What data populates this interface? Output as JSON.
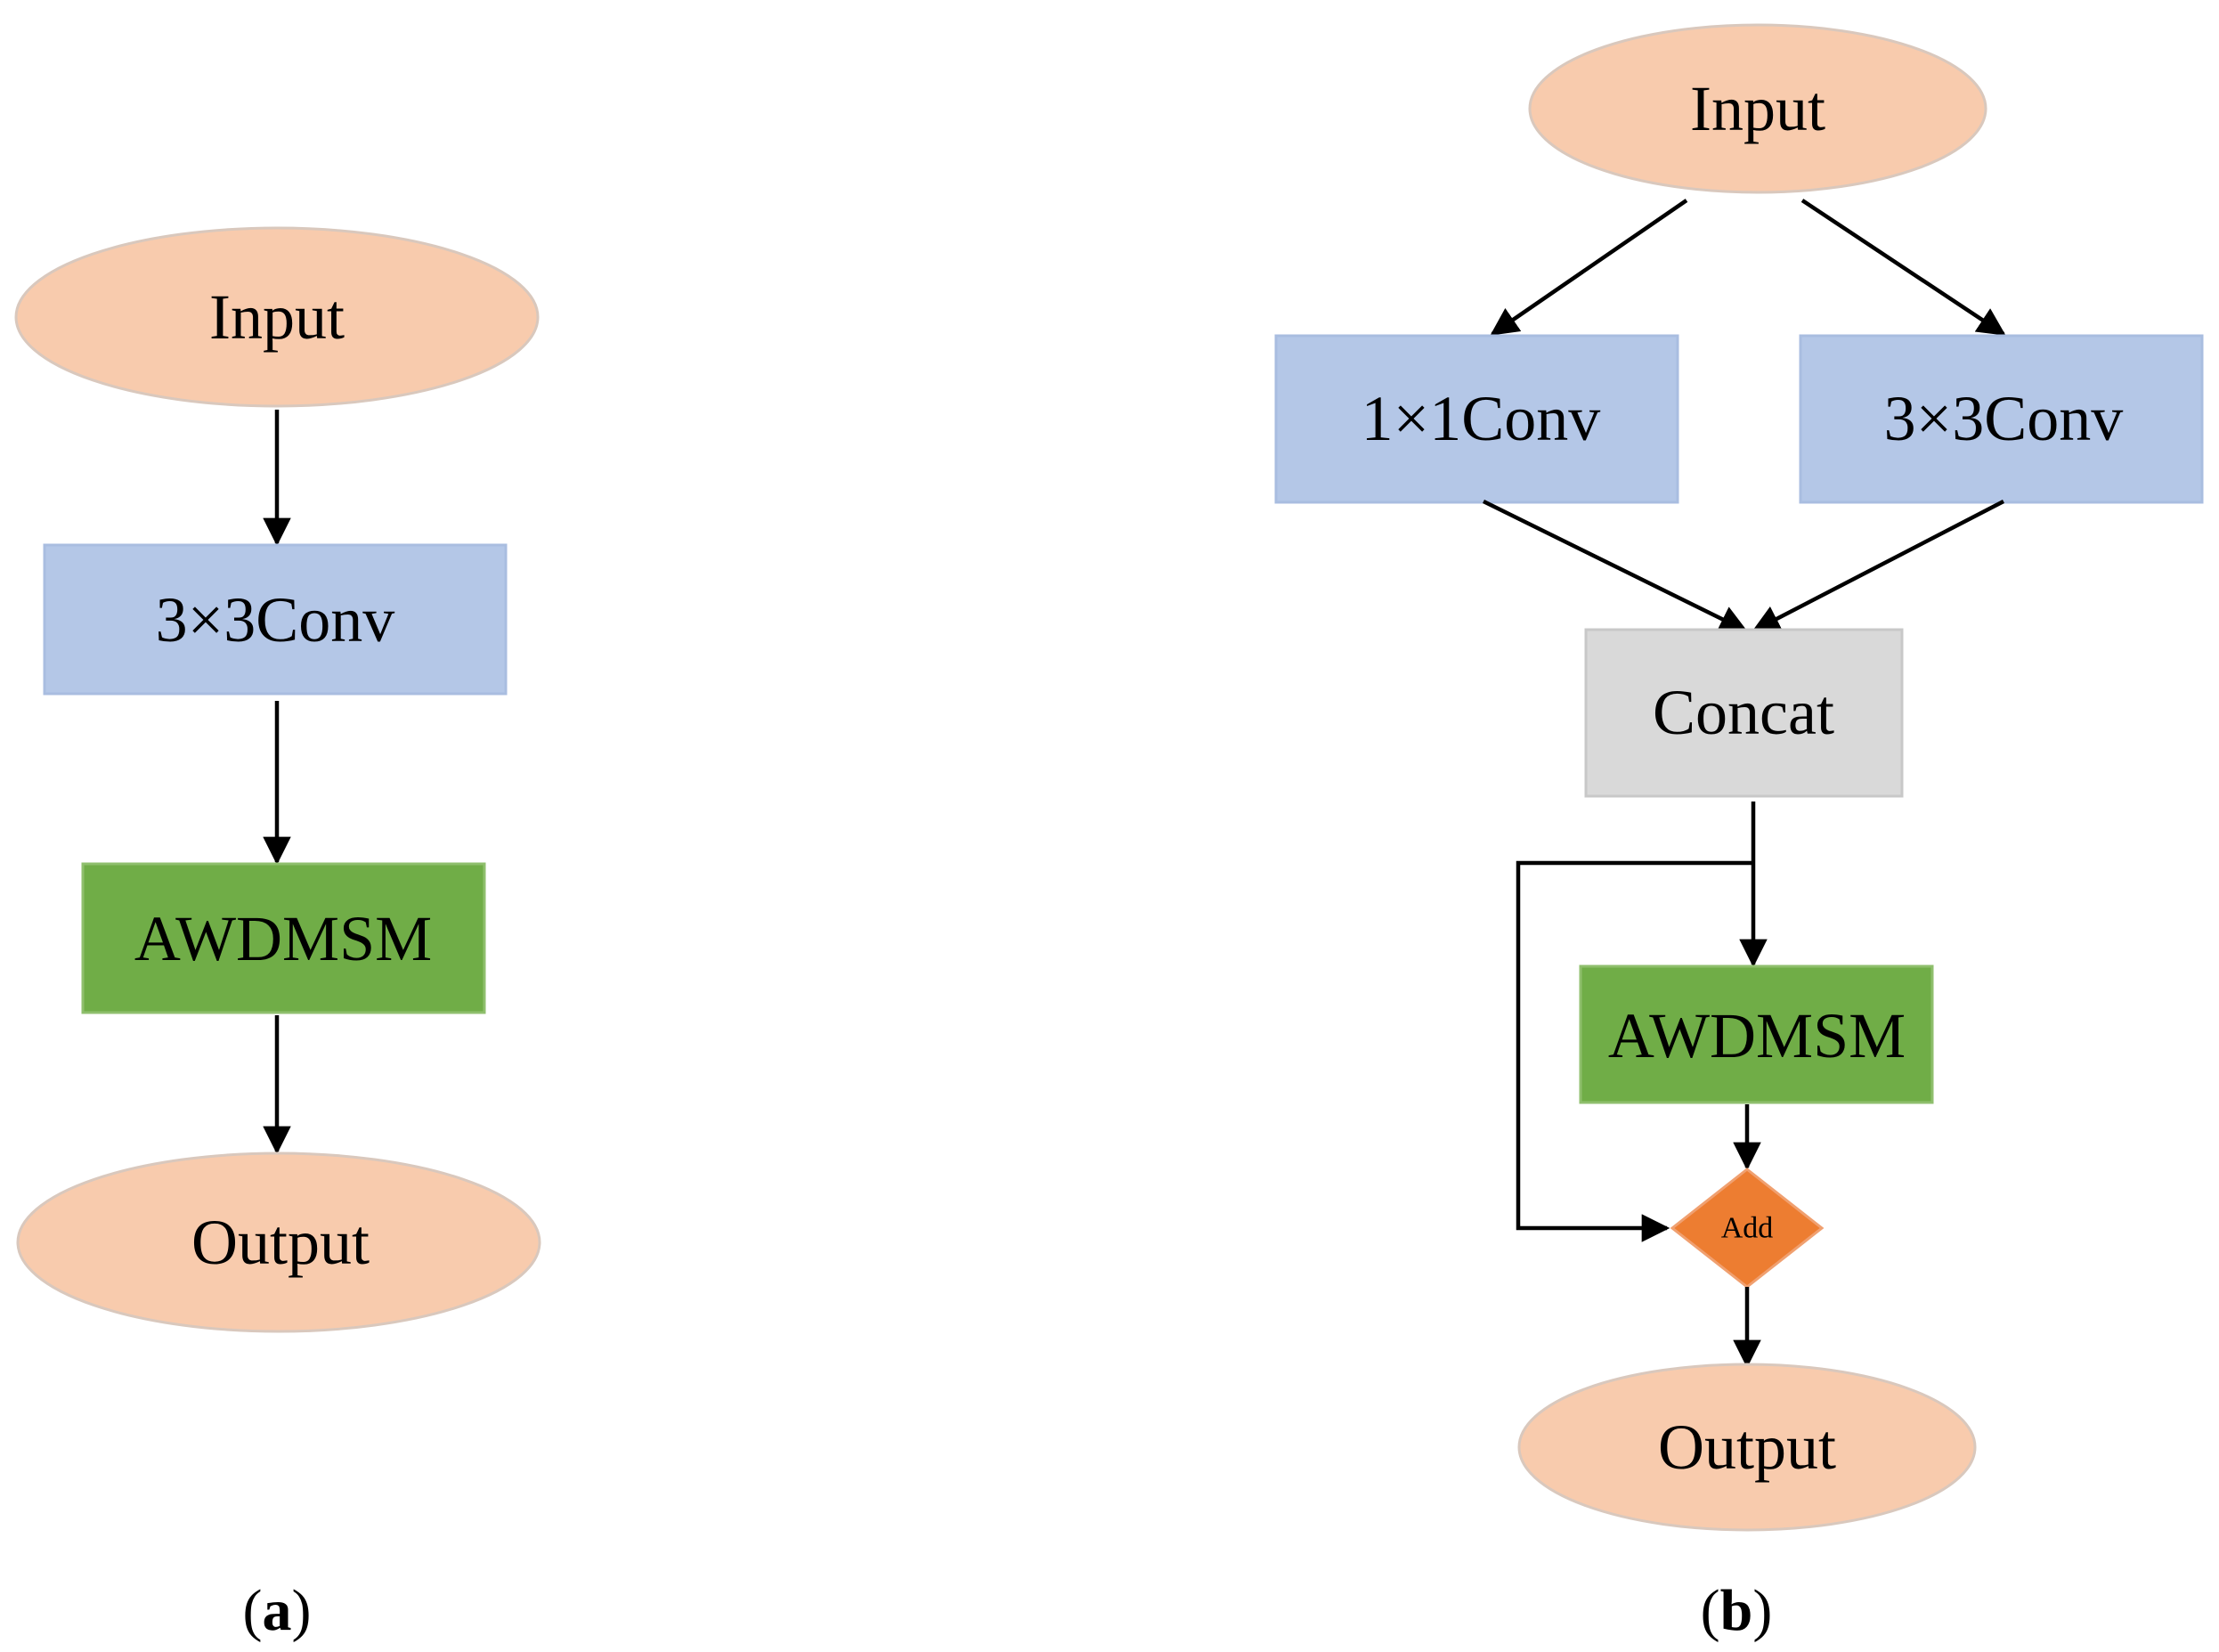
{
  "colors": {
    "terminal_fill": "#f8cbad",
    "terminal_stroke": "#d9c8bd",
    "conv_fill": "#b4c7e7",
    "conv_stroke": "#a9bde0",
    "awdmsm_fill": "#70ad47",
    "awdmsm_stroke": "#8fbf6d",
    "concat_fill": "#d9d9d9",
    "concat_stroke": "#c8c8c8",
    "add_fill": "#ed7d31",
    "add_stroke": "#f0a070",
    "edge": "#000000"
  },
  "panel_a": {
    "caption_open": "(",
    "caption_letter": "a",
    "caption_close": ")",
    "input_label": "Input",
    "conv_label": "3×3Conv",
    "awdmsm_label": "AWDMSM",
    "output_label": "Output"
  },
  "panel_b": {
    "caption_open": "(",
    "caption_letter": "b",
    "caption_close": ")",
    "input_label": "Input",
    "conv1_label": "1×1Conv",
    "conv3_label": "3×3Conv",
    "concat_label": "Concat",
    "awdmsm_label": "AWDMSM",
    "add_label": "Add",
    "output_label": "Output"
  }
}
